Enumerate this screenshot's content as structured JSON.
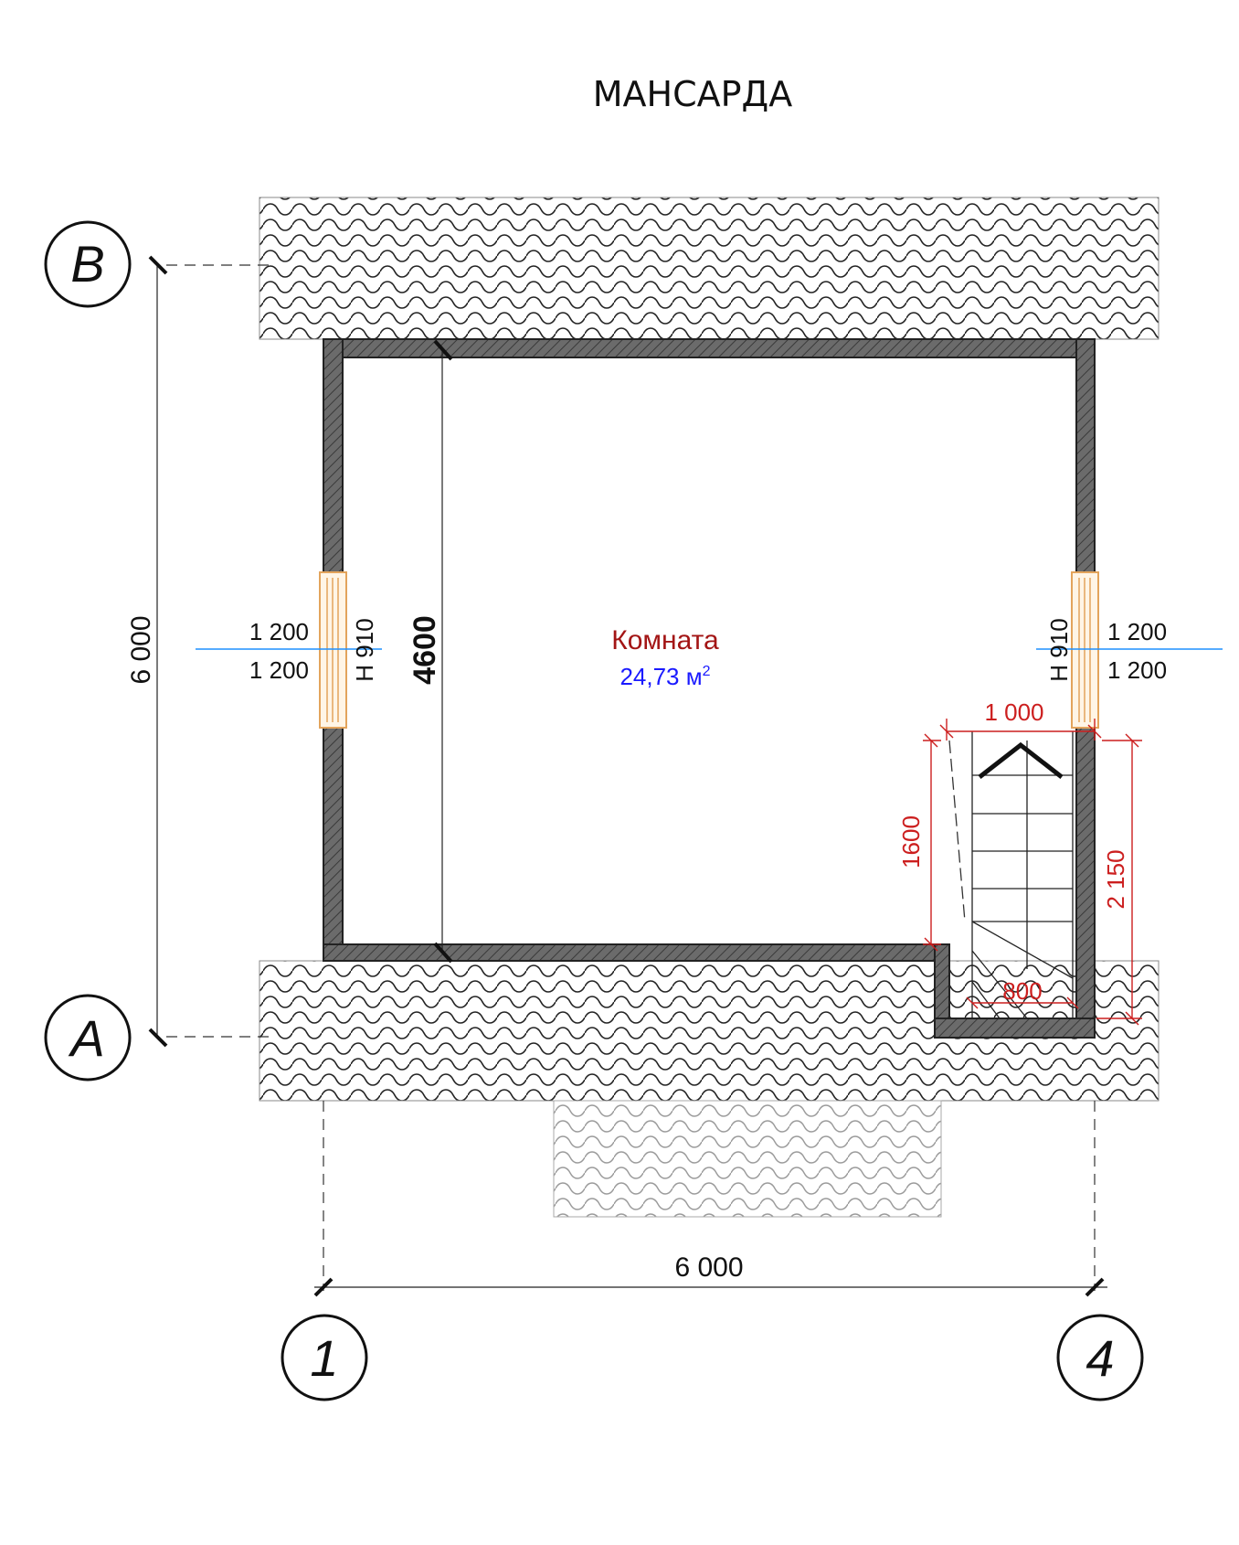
{
  "title": "МАНСАРДА",
  "room": {
    "name": "Комната",
    "area": "24,73 м",
    "area_sup": "2"
  },
  "axes": {
    "b": "B",
    "a": "A",
    "one": "1",
    "four": "4"
  },
  "dims": {
    "overall_vertical": "6 000",
    "overall_horizontal": "6 000",
    "inner_vertical": "4600",
    "stair_width": "1 000",
    "stair_run": "1600",
    "stair_total": "2 150",
    "stair_landing": "800"
  },
  "windows": {
    "left": {
      "top": "1 200",
      "bottom": "1 200",
      "sill": "H 910"
    },
    "right": {
      "top": "1 200",
      "bottom": "1 200",
      "sill": "H 910"
    }
  },
  "colors": {
    "wall": "#555555",
    "dimension_red": "#cc1f1f",
    "room_name": "#a31515",
    "area_blue": "#1a1aff",
    "window": "#e3a45c"
  }
}
